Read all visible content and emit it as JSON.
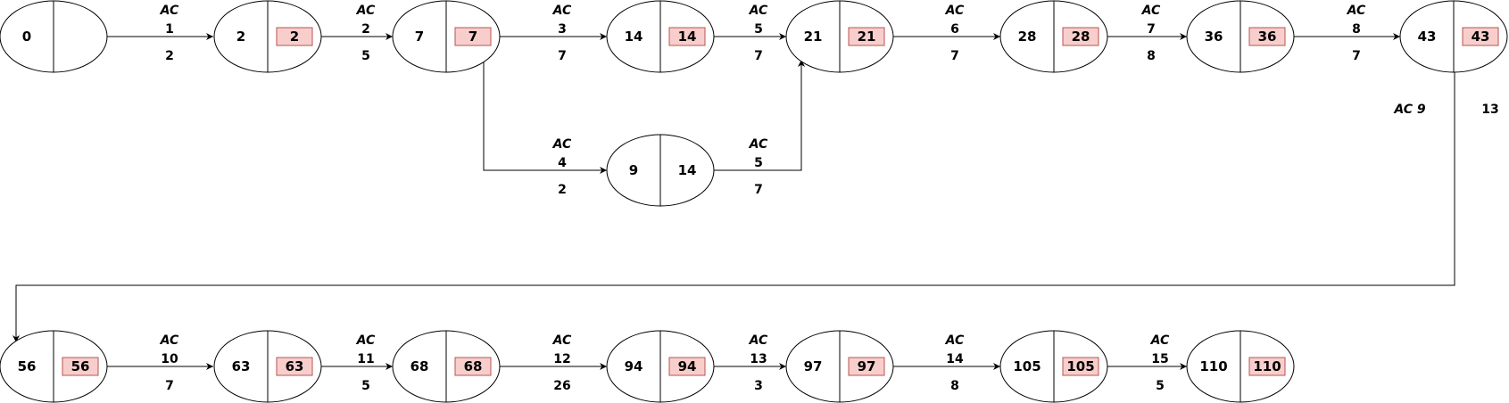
{
  "nodes": [
    {
      "id": "n0",
      "early": "0",
      "late": ""
    },
    {
      "id": "n2",
      "early": "2",
      "late": "2"
    },
    {
      "id": "n7",
      "early": "7",
      "late": "7"
    },
    {
      "id": "n14",
      "early": "14",
      "late": "14"
    },
    {
      "id": "n9",
      "early": "9",
      "late": "14"
    },
    {
      "id": "n21",
      "early": "21",
      "late": "21"
    },
    {
      "id": "n28",
      "early": "28",
      "late": "28"
    },
    {
      "id": "n36",
      "early": "36",
      "late": "36"
    },
    {
      "id": "n43",
      "early": "43",
      "late": "43"
    },
    {
      "id": "n56",
      "early": "56",
      "late": "56"
    },
    {
      "id": "n63",
      "early": "63",
      "late": "63"
    },
    {
      "id": "n68",
      "early": "68",
      "late": "68"
    },
    {
      "id": "n94",
      "early": "94",
      "late": "94"
    },
    {
      "id": "n97",
      "early": "97",
      "late": "97"
    },
    {
      "id": "n105",
      "early": "105",
      "late": "105"
    },
    {
      "id": "n110",
      "early": "110",
      "late": "110"
    }
  ],
  "activities": [
    {
      "id": "a1",
      "name": "AC",
      "num": "1",
      "duration": "2"
    },
    {
      "id": "a2",
      "name": "AC",
      "num": "2",
      "duration": "5"
    },
    {
      "id": "a3",
      "name": "AC",
      "num": "3",
      "duration": "7"
    },
    {
      "id": "a4",
      "name": "AC",
      "num": "4",
      "duration": "2"
    },
    {
      "id": "a5",
      "name": "AC",
      "num": "5",
      "duration": "7"
    },
    {
      "id": "a5b",
      "name": "AC",
      "num": "5",
      "duration": "7"
    },
    {
      "id": "a6",
      "name": "AC",
      "num": "6",
      "duration": "7"
    },
    {
      "id": "a7",
      "name": "AC",
      "num": "7",
      "duration": "8"
    },
    {
      "id": "a8",
      "name": "AC",
      "num": "8",
      "duration": "7"
    },
    {
      "id": "a9",
      "name": "AC 9",
      "num": "",
      "duration": "13"
    },
    {
      "id": "a10",
      "name": "AC",
      "num": "10",
      "duration": "7"
    },
    {
      "id": "a11",
      "name": "AC",
      "num": "11",
      "duration": "5"
    },
    {
      "id": "a12",
      "name": "AC",
      "num": "12",
      "duration": "26"
    },
    {
      "id": "a13",
      "name": "AC",
      "num": "13",
      "duration": "3"
    },
    {
      "id": "a14",
      "name": "AC",
      "num": "14",
      "duration": "8"
    },
    {
      "id": "a15",
      "name": "AC",
      "num": "15",
      "duration": "5"
    }
  ],
  "colors": {
    "late_box_fill": "#f8cecc",
    "late_box_stroke": "#b85450",
    "line": "#000000",
    "node_fill": "#ffffff"
  }
}
